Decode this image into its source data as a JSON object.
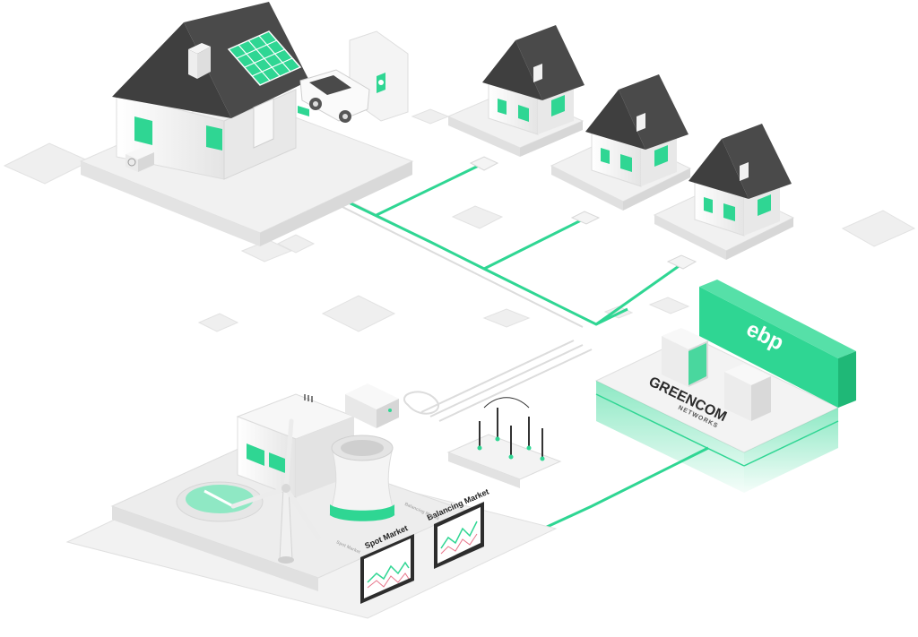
{
  "labels": {
    "ebp": "ebp",
    "greencom": "GREENCOM",
    "networks": "NETWORKS",
    "spot_market": "Spot Market",
    "balancing_market": "Balancing Market",
    "market_small_1": "Spot Market",
    "market_small_2": "Balancing Market"
  },
  "colors": {
    "accent": "#2fd693",
    "accent_dark": "#1fb877",
    "roof": "#4a4a4a",
    "wall": "#f2f2f2",
    "ground": "#ececec",
    "ground_shadow": "#dcdcdc"
  }
}
